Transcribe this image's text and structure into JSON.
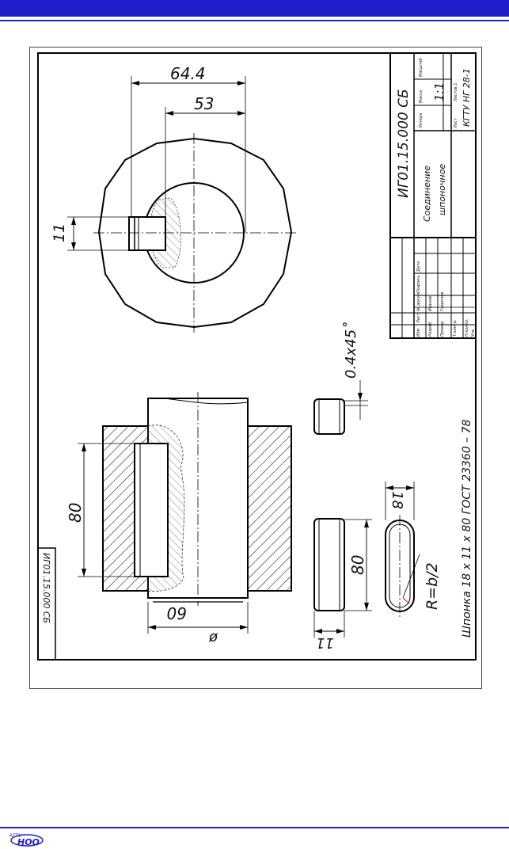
{
  "header": {
    "bar_color": "#1f1fcc"
  },
  "drawing": {
    "dims": {
      "outer": "64.4",
      "inner": "53",
      "key_width": "11",
      "length": "80",
      "shaft_len": "60",
      "phi": "ø",
      "chamfer": "0.4x45˚",
      "key_len": "80",
      "key_h": "11",
      "key_b": "18",
      "radius": "R=b/2"
    },
    "caption": "Шпонка 18 x 11  x 80 ГОСТ 23360  –  78",
    "stamp_side": "ИГ01.15.000 СБ"
  },
  "title_block": {
    "doc_code": "ИГ01.15.000  СБ",
    "name_line1": "Соединение",
    "name_line2": "шпоночное",
    "scale": "1:1",
    "org": "КГТУ НГ 28-1",
    "sheets": "Листов  1",
    "sheet": "Лист",
    "col_lit": "Литера",
    "col_mass": "Масса",
    "col_scale": "Масштаб",
    "rows": [
      "Изм",
      "Лист",
      "№ докум.",
      "Подпись",
      "Дата",
      "Разраб.",
      "Провер.",
      "Т.контр.",
      "Н.контр.",
      "Утв."
    ],
    "dev": "Иванов",
    "chk": "Гаврилов"
  },
  "footer": {
    "logo_text": "КГТУ НОО"
  }
}
